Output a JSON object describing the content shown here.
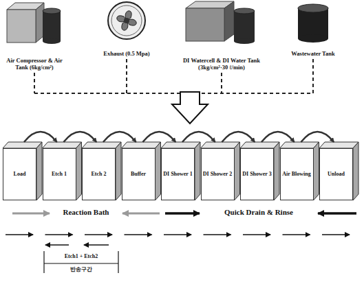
{
  "diagram": {
    "nodes": [
      {
        "text": [
          "Air Compressor & Air Tank (6kg/cm²)"
        ]
      },
      {
        "text": [
          "Exhaust (0.5 Mpa)"
        ]
      },
      {
        "text": [
          "DI Watercell & DI Water Tank (3kg/cm²·30 ℓ/min)"
        ]
      },
      {
        "text": [
          "Wastewater Tank"
        ]
      },
      {
        "text": [
          "Load"
        ]
      },
      {
        "text": [
          "Etch 1"
        ]
      },
      {
        "text": [
          "Etch 2"
        ]
      },
      {
        "text": [
          "Buffer"
        ]
      },
      {
        "text": [
          "DI Shower 1"
        ]
      },
      {
        "text": [
          "DI Shower 2"
        ]
      },
      {
        "text": [
          "DI Shower 3"
        ]
      },
      {
        "text": [
          "Air Blowing"
        ]
      },
      {
        "text": [
          "Unload"
        ]
      }
    ],
    "edges": [
      {
        "from": 4,
        "to": 5,
        "arrow": "to"
      },
      {
        "from": 5,
        "to": 6,
        "arrow": "to"
      },
      {
        "from": 6,
        "to": 7,
        "arrow": "to"
      },
      {
        "from": 7,
        "to": 8,
        "arrow": "to"
      },
      {
        "from": 8,
        "to": 9,
        "arrow": "to"
      },
      {
        "from": 9,
        "to": 10,
        "arrow": "to"
      },
      {
        "from": 10,
        "to": 11,
        "arrow": "to"
      },
      {
        "from": 11,
        "to": 12,
        "arrow": "to"
      }
    ],
    "labels": [
      "Reaction Bath",
      "Quick Drain & Rinse",
      "Etch1 + Etch2",
      "반송구간"
    ]
  }
}
